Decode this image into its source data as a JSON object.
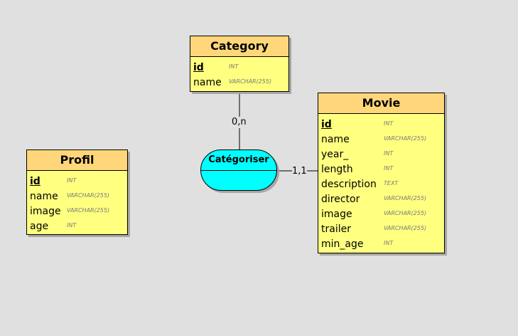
{
  "entities": {
    "category": {
      "title": "Category",
      "attributes": [
        {
          "name": "id",
          "type": "INT"
        },
        {
          "name": "name",
          "type": "VARCHAR(255)"
        }
      ]
    },
    "movie": {
      "title": "Movie",
      "attributes": [
        {
          "name": "id",
          "type": "INT"
        },
        {
          "name": "name",
          "type": "VARCHAR(255)"
        },
        {
          "name": "year_",
          "type": "INT"
        },
        {
          "name": "length",
          "type": "INT"
        },
        {
          "name": "description",
          "type": "TEXT"
        },
        {
          "name": "director",
          "type": "VARCHAR(255)"
        },
        {
          "name": "image",
          "type": "VARCHAR(255)"
        },
        {
          "name": "trailer",
          "type": "VARCHAR(255)"
        },
        {
          "name": "min_age",
          "type": "INT"
        }
      ]
    },
    "profil": {
      "title": "Profil",
      "attributes": [
        {
          "name": "id",
          "type": "INT"
        },
        {
          "name": "name",
          "type": "VARCHAR(255)"
        },
        {
          "name": "image",
          "type": "VARCHAR(255)"
        },
        {
          "name": "age",
          "type": "INT"
        }
      ]
    }
  },
  "relation": {
    "name": "Catégoriser",
    "cardinalities": {
      "category": "0,n",
      "movie": "1,1"
    }
  },
  "colors": {
    "background": "#e0e0e0",
    "entity_body": "#ffff80",
    "entity_header": "#ffd77a",
    "relation": "#00ffff",
    "type_text": "#7a7a7a"
  }
}
